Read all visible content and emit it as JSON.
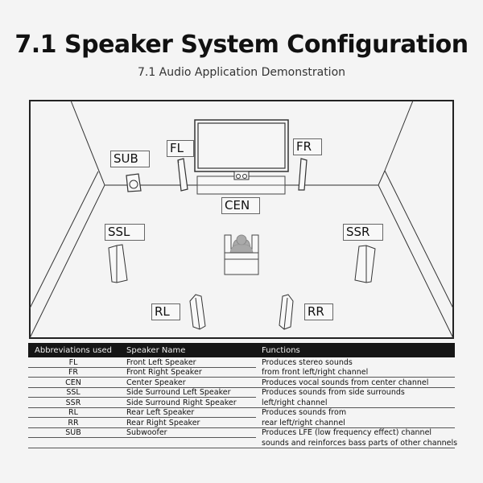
{
  "header": {
    "title": "7.1 Speaker System Configuration",
    "subtitle": "7.1 Audio Application Demonstration"
  },
  "diagram": {
    "labels": {
      "sub": "SUB",
      "fl": "FL",
      "fr": "FR",
      "cen": "CEN",
      "ssl": "SSL",
      "ssr": "SSR",
      "rl": "RL",
      "rr": "RR"
    },
    "icons": [
      "tv-icon",
      "center-speaker-icon",
      "subwoofer-icon",
      "tower-speaker-icon",
      "listener-sofa-icon"
    ]
  },
  "table": {
    "headers": {
      "abbr": "Abbreviations used",
      "name": "Speaker Name",
      "functions": "Functions"
    },
    "rows": [
      {
        "abbr": "FL",
        "name": "Front Left Speaker"
      },
      {
        "abbr": "FR",
        "name": "Front Right Speaker"
      },
      {
        "abbr": "CEN",
        "name": "Center Speaker"
      },
      {
        "abbr": "SSL",
        "name": "Side Surround Left Speaker"
      },
      {
        "abbr": "SSR",
        "name": "Side Surround Right Speaker"
      },
      {
        "abbr": "RL",
        "name": "Rear Left Speaker"
      },
      {
        "abbr": "RR",
        "name": "Rear Right Speaker"
      },
      {
        "abbr": "SUB",
        "name": "Subwoofer"
      }
    ],
    "functions": [
      "Produces stereo sounds",
      "from front left/right channel",
      "Produces vocal sounds from center channel",
      "Produces sounds from side surrounds",
      "left/right channel",
      "Produces sounds from",
      "rear left/right channel",
      "Produces LFE (low frequency effect) channel",
      "sounds and reinforces bass parts of other channels"
    ]
  },
  "colors": {
    "background": "#f4f4f4",
    "header_bg": "#161616",
    "line": "#333333"
  }
}
